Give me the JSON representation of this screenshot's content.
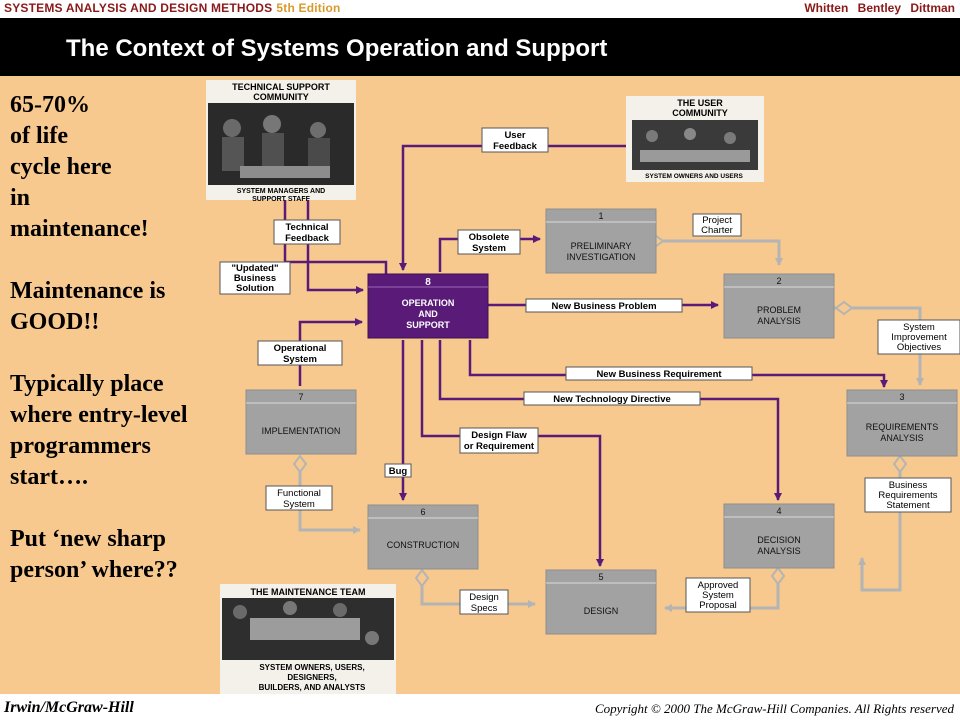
{
  "header": {
    "book_title": "SYSTEMS ANALYSIS AND DESIGN METHODS",
    "edition": "5th Edition",
    "authors": "Whitten Bentley Dittman"
  },
  "slide": {
    "title": "The Context of Systems Operation and Support"
  },
  "notes": {
    "line1": "65-70%",
    "line2": "of life",
    "line3": "cycle here",
    "line4": "in",
    "line5": "maintenance!",
    "line6": "Maintenance is",
    "line7": "GOOD!!",
    "line8": "Typically place",
    "line9": "where entry-level",
    "line10": "programmers",
    "line11": "start….",
    "line12": "Put ‘new sharp",
    "line13": "person’ where??"
  },
  "diagram": {
    "communities": {
      "tech_support": {
        "title_line1": "TECHNICAL SUPPORT",
        "title_line2": "COMMUNITY",
        "caption_line1": "SYSTEM MANAGERS AND",
        "caption_line2": "SUPPORT STAFF"
      },
      "user": {
        "title_line1": "THE USER",
        "title_line2": "COMMUNITY",
        "caption": "SYSTEM OWNERS AND USERS"
      },
      "maintenance": {
        "title": "THE MAINTENANCE TEAM",
        "caption_line1": "SYSTEM OWNERS, USERS,",
        "caption_line2": "DESIGNERS,",
        "caption_line3": "BUILDERS, AND ANALYSTS"
      }
    },
    "phases": {
      "p1": {
        "number": "1",
        "name_line1": "PRELIMINARY",
        "name_line2": "INVESTIGATION"
      },
      "p2": {
        "number": "2",
        "name_line1": "PROBLEM",
        "name_line2": "ANALYSIS"
      },
      "p3": {
        "number": "3",
        "name_line1": "REQUIREMENTS",
        "name_line2": "ANALYSIS"
      },
      "p4": {
        "number": "4",
        "name_line1": "DECISION",
        "name_line2": "ANALYSIS"
      },
      "p5": {
        "number": "5",
        "name_line1": "DESIGN"
      },
      "p6": {
        "number": "6",
        "name_line1": "CONSTRUCTION"
      },
      "p7": {
        "number": "7",
        "name_line1": "IMPLEMENTATION"
      },
      "p8": {
        "number": "8",
        "name_line1": "OPERATION",
        "name_line2": "AND",
        "name_line3": "SUPPORT"
      }
    },
    "flows": {
      "user_feedback": {
        "line1": "User",
        "line2": "Feedback"
      },
      "technical_feedback": {
        "line1": "Technical",
        "line2": "Feedback"
      },
      "updated_solution": {
        "line1": "\"Updated\"",
        "line2": "Business",
        "line3": "Solution"
      },
      "obsolete_system": {
        "line1": "Obsolete",
        "line2": "System"
      },
      "project_charter": {
        "line1": "Project",
        "line2": "Charter"
      },
      "new_business_problem": "New Business Problem",
      "system_improvement": {
        "line1": "System",
        "line2": "Improvement",
        "line3": "Objectives"
      },
      "operational_system": {
        "line1": "Operational",
        "line2": "System"
      },
      "new_business_requirement": "New Business Requirement",
      "new_technology_directive": "New Technology Directive",
      "design_flaw": {
        "line1": "Design Flaw",
        "line2": "or Requirement"
      },
      "bug": "Bug",
      "functional_system": {
        "line1": "Functional",
        "line2": "System"
      },
      "business_requirements": {
        "line1": "Business",
        "line2": "Requirements",
        "line3": "Statement"
      },
      "design_specs": {
        "line1": "Design",
        "line2": "Specs"
      },
      "approved_proposal": {
        "line1": "Approved",
        "line2": "System",
        "line3": "Proposal"
      }
    }
  },
  "footer": {
    "publisher": "Irwin/McGraw-Hill",
    "copyright": "Copyright © 2000 The McGraw-Hill Companies. All Rights reserved"
  },
  "colors": {
    "background": "#f8c98f",
    "title_bar": "#000000",
    "purple_flow": "#5a1a78",
    "phase_box": "#a2a2a2",
    "gray_flow": "#b4b4b4"
  }
}
